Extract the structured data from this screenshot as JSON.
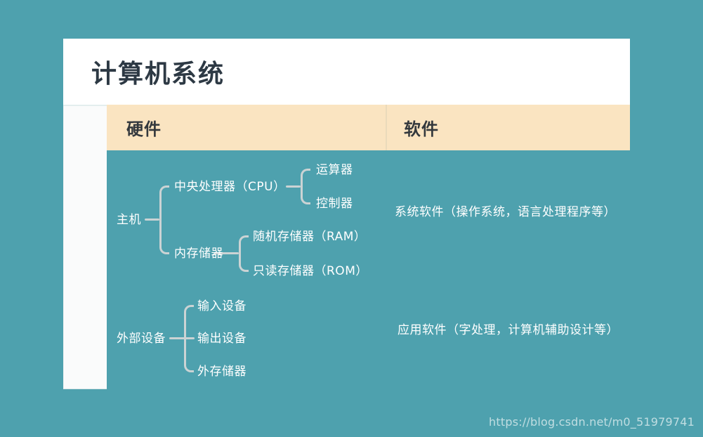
{
  "title": "计算机系统",
  "columns": {
    "hardware": "硬件",
    "software": "软件"
  },
  "hierarchy": {
    "hardware": [
      {
        "label": "主机",
        "children": [
          {
            "label": "中央处理器（CPU）",
            "children": [
              {
                "label": "运算器"
              },
              {
                "label": "控制器"
              }
            ]
          },
          {
            "label": "内存储器",
            "children": [
              {
                "label": "随机存储器（RAM）"
              },
              {
                "label": "只读存储器（ROM）"
              }
            ]
          }
        ]
      },
      {
        "label": "外部设备",
        "children": [
          {
            "label": "输入设备"
          },
          {
            "label": "输出设备"
          },
          {
            "label": "外存储器"
          }
        ]
      }
    ],
    "software": [
      {
        "label": "系统软件（操作系统，语言处理程序等）"
      },
      {
        "label": "应用软件（字处理，计算机辅助设计等）"
      }
    ]
  },
  "watermark": "https://blog.csdn.net/m0_51979741",
  "colors": {
    "background": "#4EA1AE",
    "card_bg": "#FFFFFF",
    "header_bg": "#FAE4C1",
    "header_divider": "#EADABB",
    "connector_line": "#CBD3D4",
    "title_text": "#2D3944",
    "header_text": "#33383D",
    "node_text": "#FFFFFF"
  }
}
